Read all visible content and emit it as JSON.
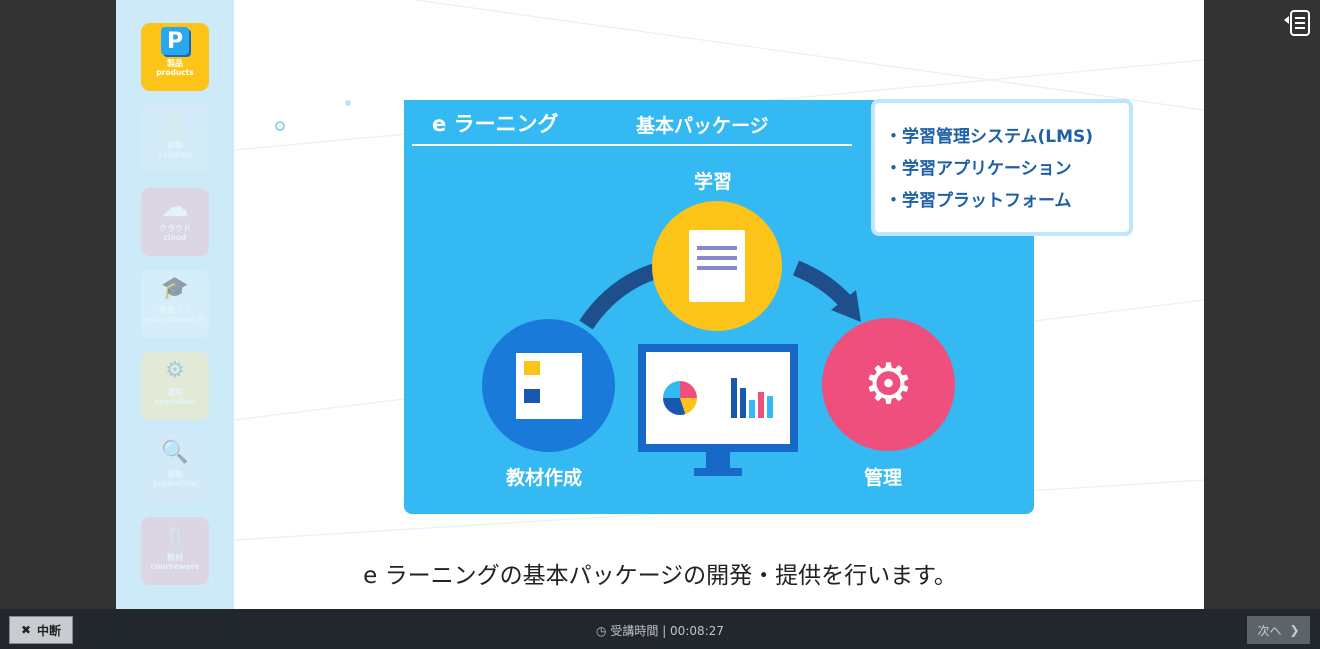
{
  "sidebar": {
    "items": [
      {
        "jp": "製品",
        "en": "products",
        "color": "#fcc419",
        "icon": "p-icon",
        "active": true
      },
      {
        "jp": "構築",
        "en": "solution",
        "color": "#dcecf6",
        "icon": "network-icon"
      },
      {
        "jp": "クラウド",
        "en": "cloud",
        "color": "#f0cdd6",
        "icon": "cloud-icon"
      },
      {
        "jp": "教育ＩＴ",
        "en": "educational IT",
        "color": "#e3f3fc",
        "icon": "laptop-graduation-icon"
      },
      {
        "jp": "運用",
        "en": "operation",
        "color": "#fcf0c8",
        "icon": "gear-cycle-icon"
      },
      {
        "jp": "募集",
        "en": "promotion",
        "color": "#d9ebf7",
        "icon": "person-search-icon"
      },
      {
        "jp": "教材",
        "en": "courseware",
        "color": "#f0cdd6",
        "icon": "document-icon"
      }
    ]
  },
  "slide": {
    "panel_title": "e ラーニング",
    "panel_subtitle": "基本パッケージ",
    "lms_list": [
      "・学習管理システム(LMS)",
      "・学習アプリケーション",
      "・学習プラットフォーム"
    ],
    "labels": {
      "learn": "学習",
      "create": "教材作成",
      "manage": "管理"
    },
    "caption": "e ラーニングの基本パッケージの開発・提供を行います。",
    "colors": {
      "panel": "#34b9f2",
      "learn": "#fcc419",
      "create": "#1a7ad9",
      "manage": "#ee4f7d"
    }
  },
  "footer": {
    "stop_label": "中断",
    "timer_label": "受講時間",
    "timer_value": "00:08:27",
    "next_label": "次へ"
  }
}
